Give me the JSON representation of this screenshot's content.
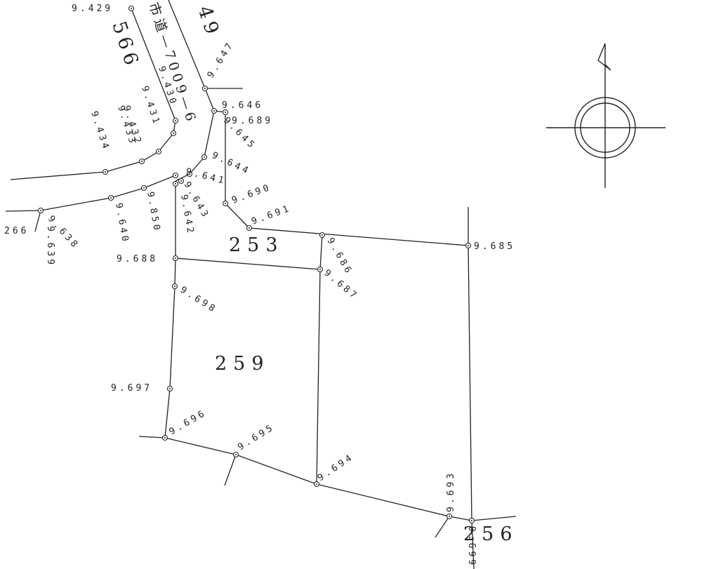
{
  "lots": [
    "253",
    "259",
    "256"
  ],
  "road": {
    "name": "市道—7009—6",
    "numbers": [
      "566",
      "49",
      "266"
    ]
  },
  "points": [
    "9.429",
    "9.430",
    "9.431",
    "9.432",
    "9.433",
    "9.434",
    "9.647",
    "9.646",
    "9.689",
    "9.645",
    "9.644",
    "9.641",
    "9.690",
    "9.643",
    "9.691",
    "9.642",
    "9.850",
    "9.640",
    "9.638",
    "9.639",
    "9.685",
    "9.686",
    "9.687",
    "9.688",
    "9.698",
    "9.697",
    "9.696",
    "9.695",
    "9.694",
    "9.693",
    "9.699"
  ]
}
